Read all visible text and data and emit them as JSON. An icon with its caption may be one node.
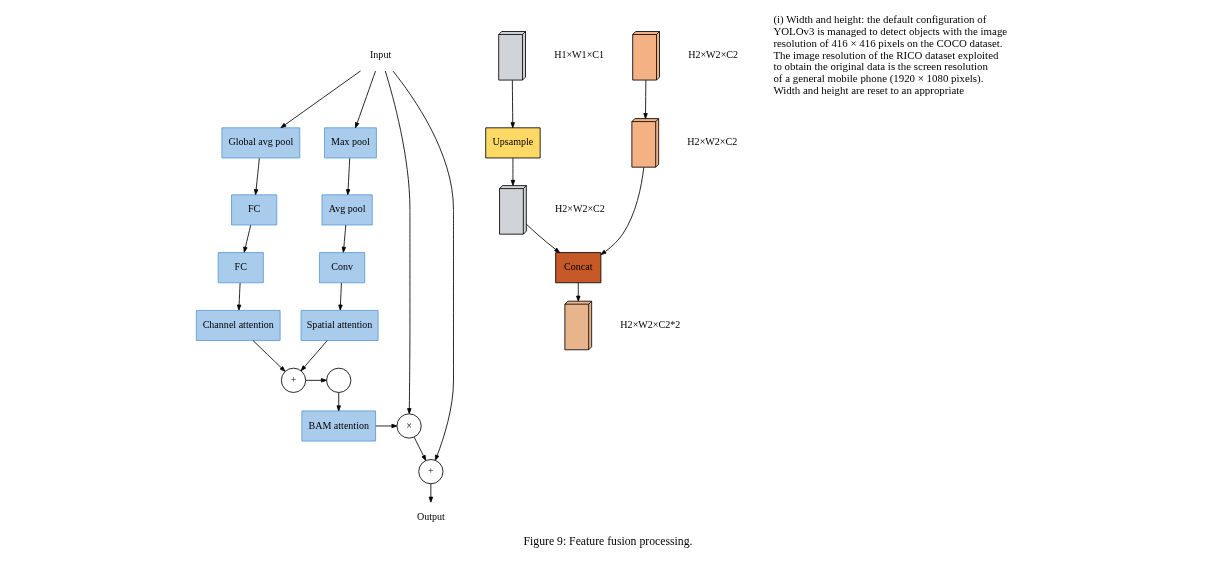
{
  "diagram": {
    "caption": "Figure 9: Feature fusion processing.",
    "nodes": [
      {
        "text": [
          "Input"
        ]
      },
      {
        "text": [
          "Global avg pool"
        ]
      },
      {
        "text": [
          "Max pool"
        ]
      },
      {
        "text": [
          "FC"
        ]
      },
      {
        "text": [
          "Avg pool"
        ]
      },
      {
        "text": [
          "FC"
        ]
      },
      {
        "text": [
          "Conv"
        ]
      },
      {
        "text": [
          "Channel attention"
        ]
      },
      {
        "text": [
          "Spatial attention"
        ]
      },
      {
        "text": [
          "+"
        ]
      },
      {
        "text": [],
        "shape": "circle"
      },
      {
        "text": [
          "BAM attention"
        ]
      },
      {
        "text": [
          "×"
        ]
      },
      {
        "text": [
          "+"
        ]
      },
      {
        "text": [
          "Output"
        ]
      },
      {
        "text": [],
        "shape": "box",
        "beside": [
          "H1×W1×C1"
        ]
      },
      {
        "text": [
          "Upsample"
        ]
      },
      {
        "text": [],
        "shape": "box",
        "beside": [
          "H2×W2×C2"
        ]
      },
      {
        "text": [
          "Concat"
        ]
      },
      {
        "text": [],
        "shape": "box",
        "beside": [
          "H2×W2×C2*2"
        ]
      },
      {
        "text": [],
        "shape": "box",
        "beside": [
          "H2×W2×C2"
        ]
      },
      {
        "text": [],
        "shape": "box",
        "beside": [
          "H2×W2×C2"
        ]
      }
    ],
    "edges": [
      {
        "from": 0,
        "to": 1,
        "arrow": "to"
      },
      {
        "from": 0,
        "to": 2,
        "arrow": "to"
      },
      {
        "from": 0,
        "to": 12,
        "arrow": "to"
      },
      {
        "from": 0,
        "to": 13,
        "arrow": "to"
      },
      {
        "from": 1,
        "to": 3,
        "arrow": "to"
      },
      {
        "from": 3,
        "to": 5,
        "arrow": "to"
      },
      {
        "from": 5,
        "to": 7,
        "arrow": "to"
      },
      {
        "from": 2,
        "to": 4,
        "arrow": "to"
      },
      {
        "from": 4,
        "to": 6,
        "arrow": "to"
      },
      {
        "from": 6,
        "to": 8,
        "arrow": "to"
      },
      {
        "from": 7,
        "to": 9,
        "arrow": "to"
      },
      {
        "from": 8,
        "to": 9,
        "arrow": "to"
      },
      {
        "from": 9,
        "to": 10,
        "arrow": "to"
      },
      {
        "from": 10,
        "to": 11,
        "arrow": "to"
      },
      {
        "from": 11,
        "to": 12,
        "arrow": "to"
      },
      {
        "from": 12,
        "to": 13,
        "arrow": "to"
      },
      {
        "from": 13,
        "to": 14,
        "arrow": "to"
      },
      {
        "from": 15,
        "to": 16,
        "arrow": "to"
      },
      {
        "from": 16,
        "to": 17,
        "arrow": "to"
      },
      {
        "from": 17,
        "to": 18,
        "arrow": "to"
      },
      {
        "from": 21,
        "to": 18,
        "arrow": "to"
      },
      {
        "from": 18,
        "to": 19,
        "arrow": "to"
      },
      {
        "from": 20,
        "to": 21,
        "arrow": "to"
      }
    ],
    "labels": [
      "(i) Width and height: the default configuration of YOLOv3 is managed to detect objects with the image resolution of 416 × 416 pixels on the COCO dataset. The image resolution of the RICO dataset exploited to obtain the original data is the screen resolution of a general mobile phone (1920 × 1080 pixels). Width and height are reset to an appropriate"
    ]
  }
}
